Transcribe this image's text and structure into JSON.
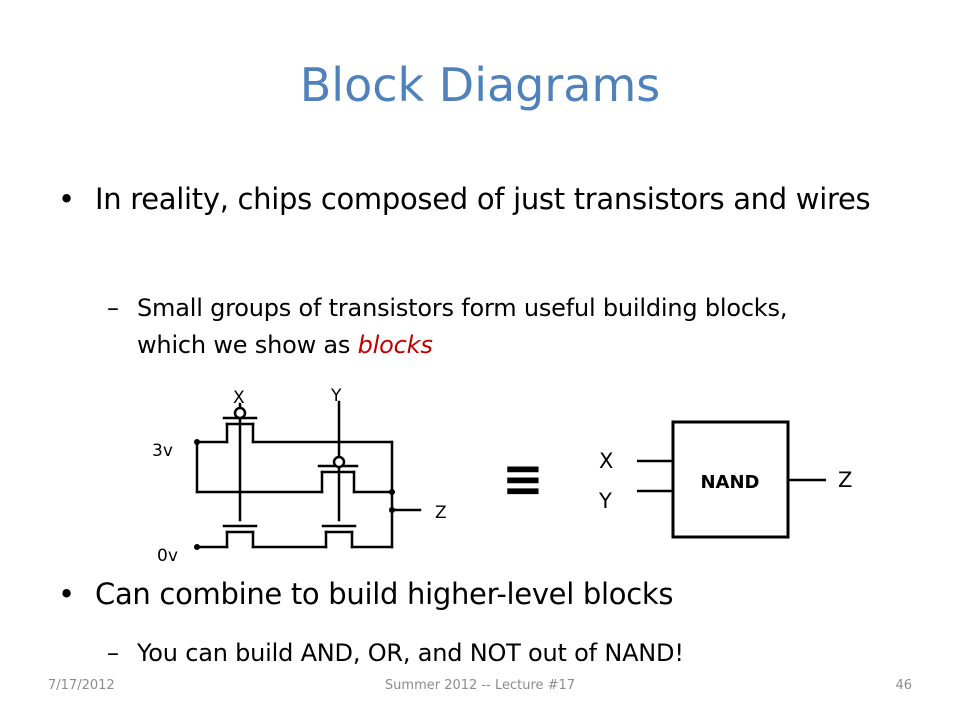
{
  "slide": {
    "title": "Block Diagrams",
    "bullets": [
      {
        "symbol": "•",
        "text": "In reality, chips composed of just transistors and wires",
        "sub": {
          "symbol": "–",
          "text_before": "Small groups of transistors form useful building blocks, which we show as ",
          "emphasis": "blocks"
        }
      },
      {
        "symbol": "•",
        "text": "Can combine to build higher-level blocks",
        "sub": {
          "symbol": "–",
          "text": "You can build AND, OR, and NOT out of NAND!"
        }
      }
    ]
  },
  "diagram": {
    "circuit": {
      "input_x": "X",
      "input_y": "Y",
      "supply": "3v",
      "ground": "0v",
      "output": "Z"
    },
    "equivalence_symbol": "≡",
    "gate": {
      "label": "NAND",
      "input_x": "X",
      "input_y": "Y",
      "output": "Z"
    }
  },
  "footer": {
    "date": "7/17/2012",
    "center": "Summer 2012 -- Lecture #17",
    "page": "46"
  },
  "colors": {
    "title": "#4f81bd",
    "emphasis": "#c00000",
    "footer": "#8c8c8c"
  }
}
